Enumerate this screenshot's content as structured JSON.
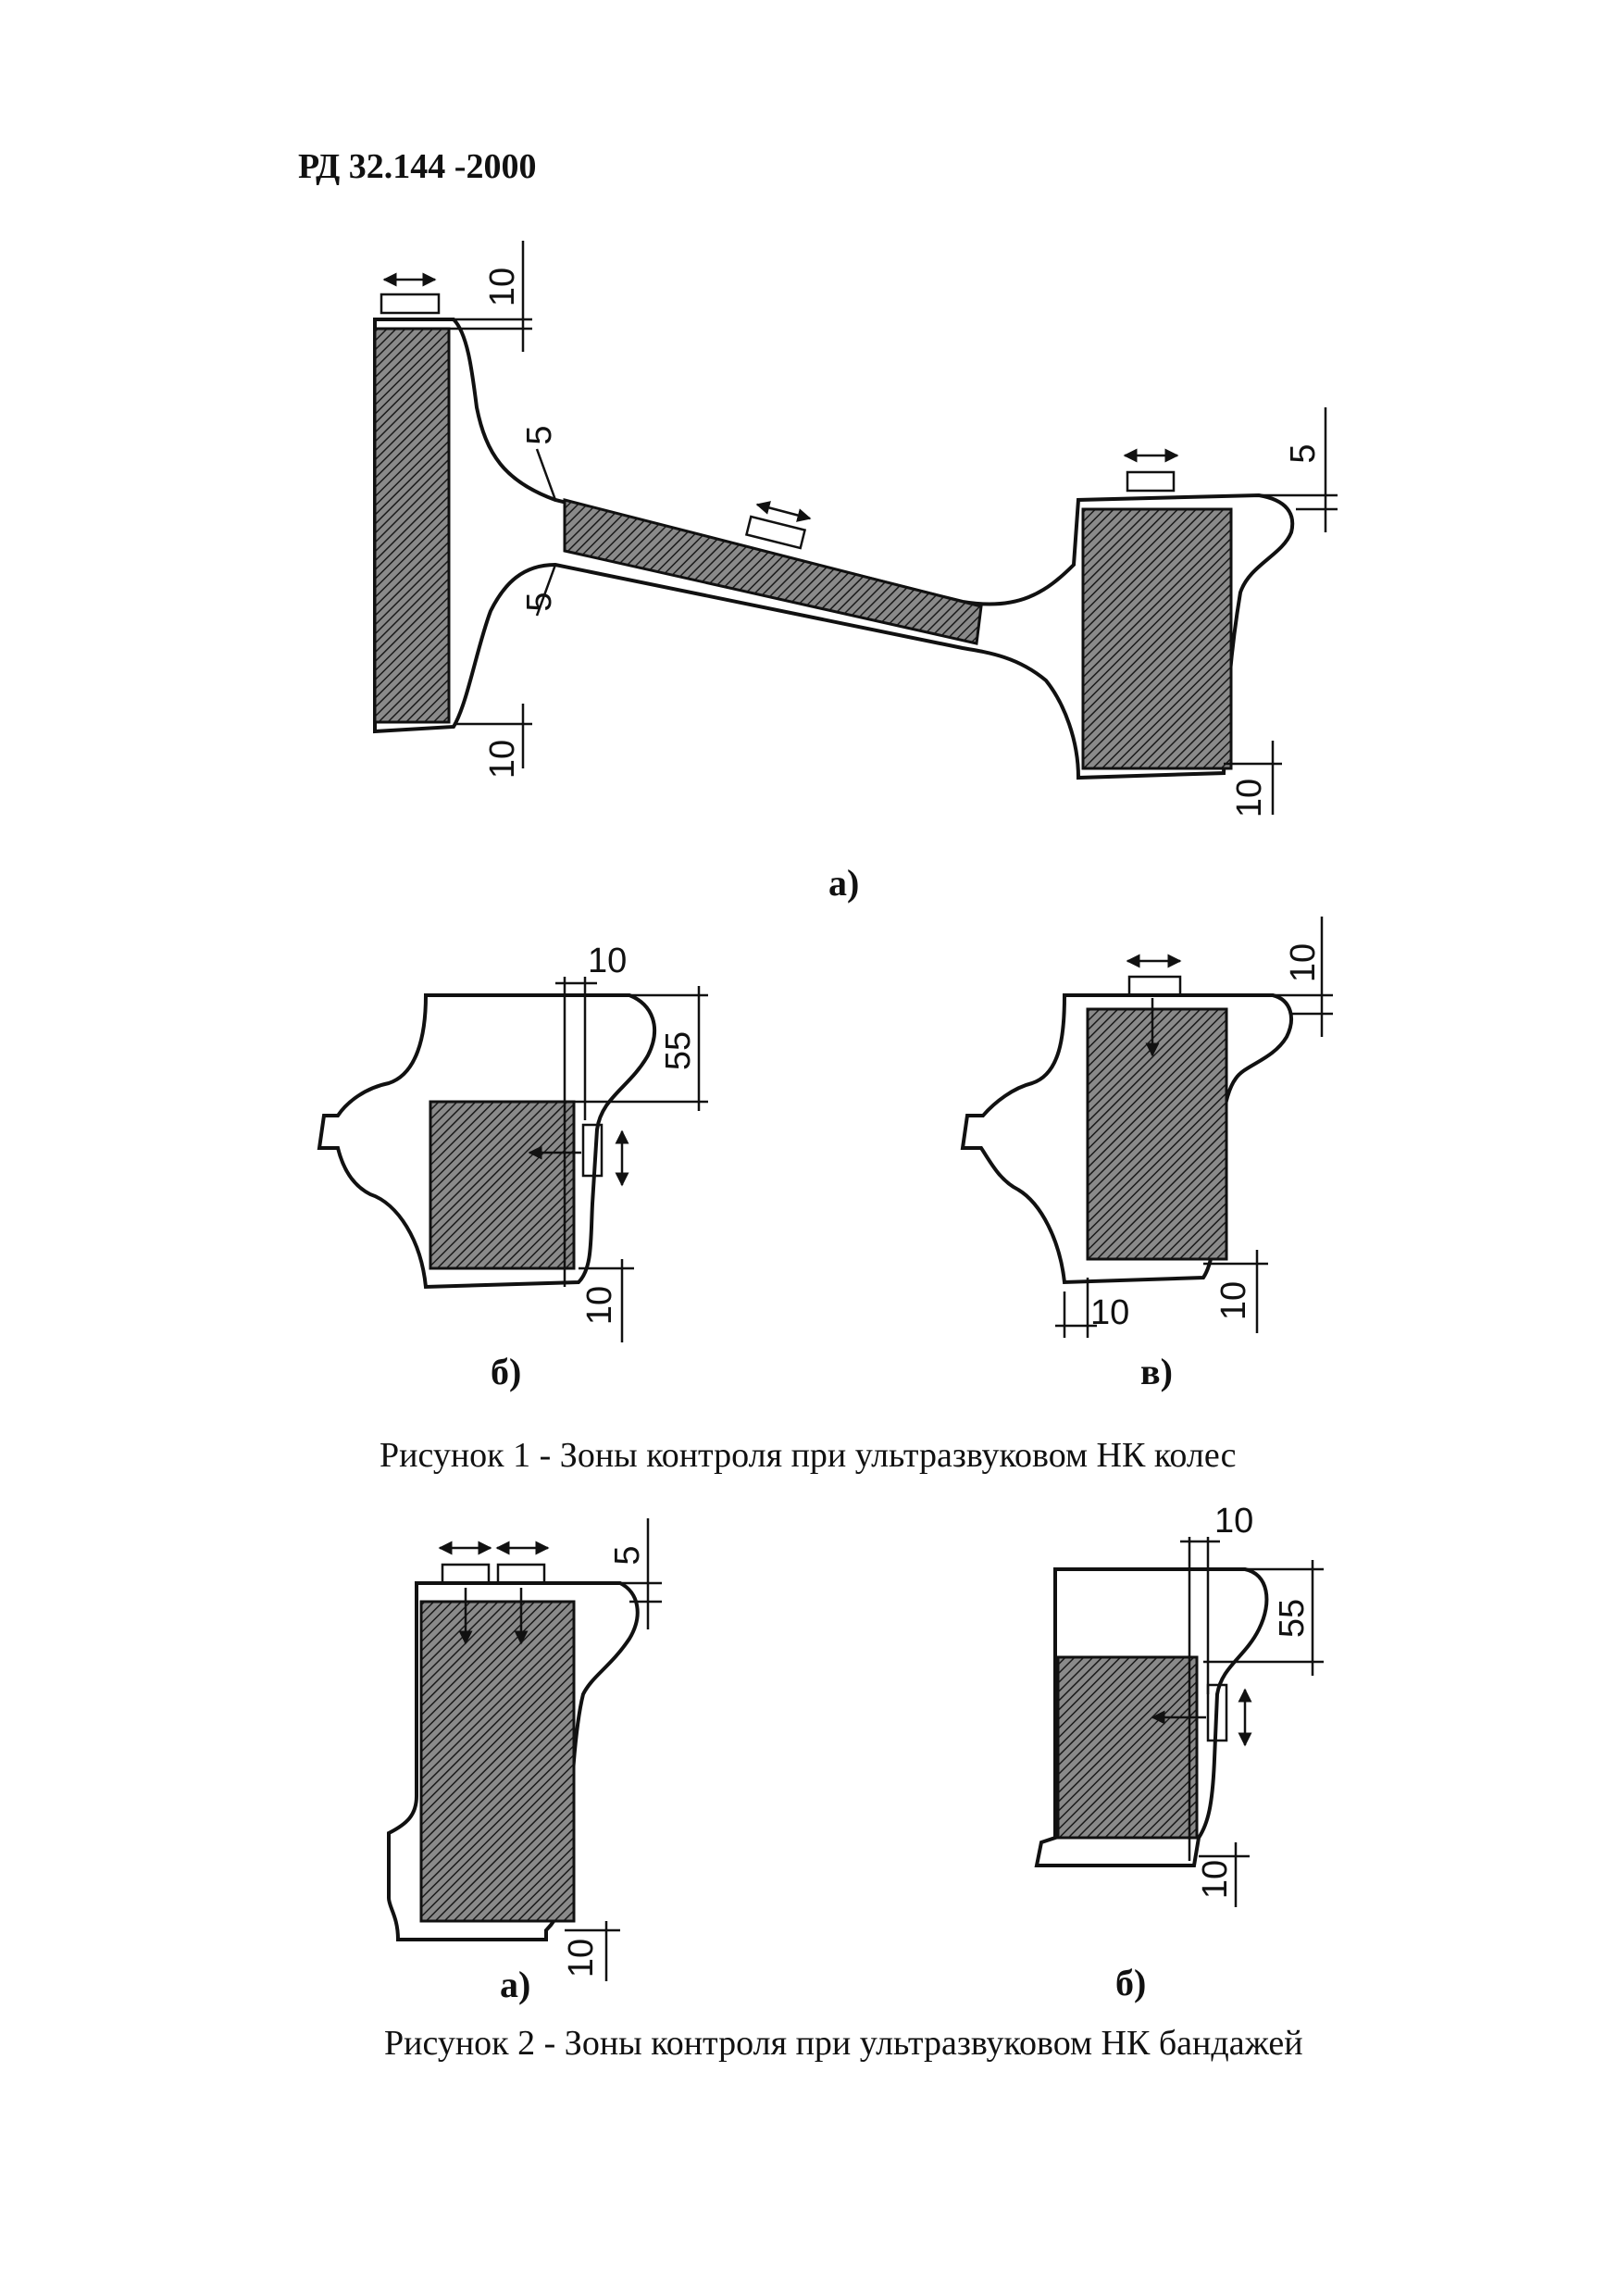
{
  "header": {
    "doc_code": "РД 32.144 -2000"
  },
  "figure1": {
    "caption": "Рисунок 1 - Зоны контроля при ультразвуковом НК колес",
    "sub_a": "а)",
    "sub_b": "б)",
    "sub_v": "в)",
    "dims_a": {
      "top_left": "10",
      "web_upper": "5",
      "web_lower": "5",
      "bottom_left": "10",
      "rim_top": "5",
      "rim_bottom": "10"
    },
    "dims_b": {
      "flange_width": "10",
      "flange_height": "55",
      "bottom": "10"
    },
    "dims_v": {
      "top": "10",
      "bottom_left": "10",
      "bottom_right": "10"
    }
  },
  "figure2": {
    "caption": "Рисунок 2 - Зоны контроля при ультразвуковом НК бандажей",
    "sub_a": "а)",
    "sub_b": "б)",
    "dims_a": {
      "top": "5",
      "bottom": "10"
    },
    "dims_b": {
      "flange_width": "10",
      "flange_height": "55",
      "bottom": "10"
    }
  }
}
